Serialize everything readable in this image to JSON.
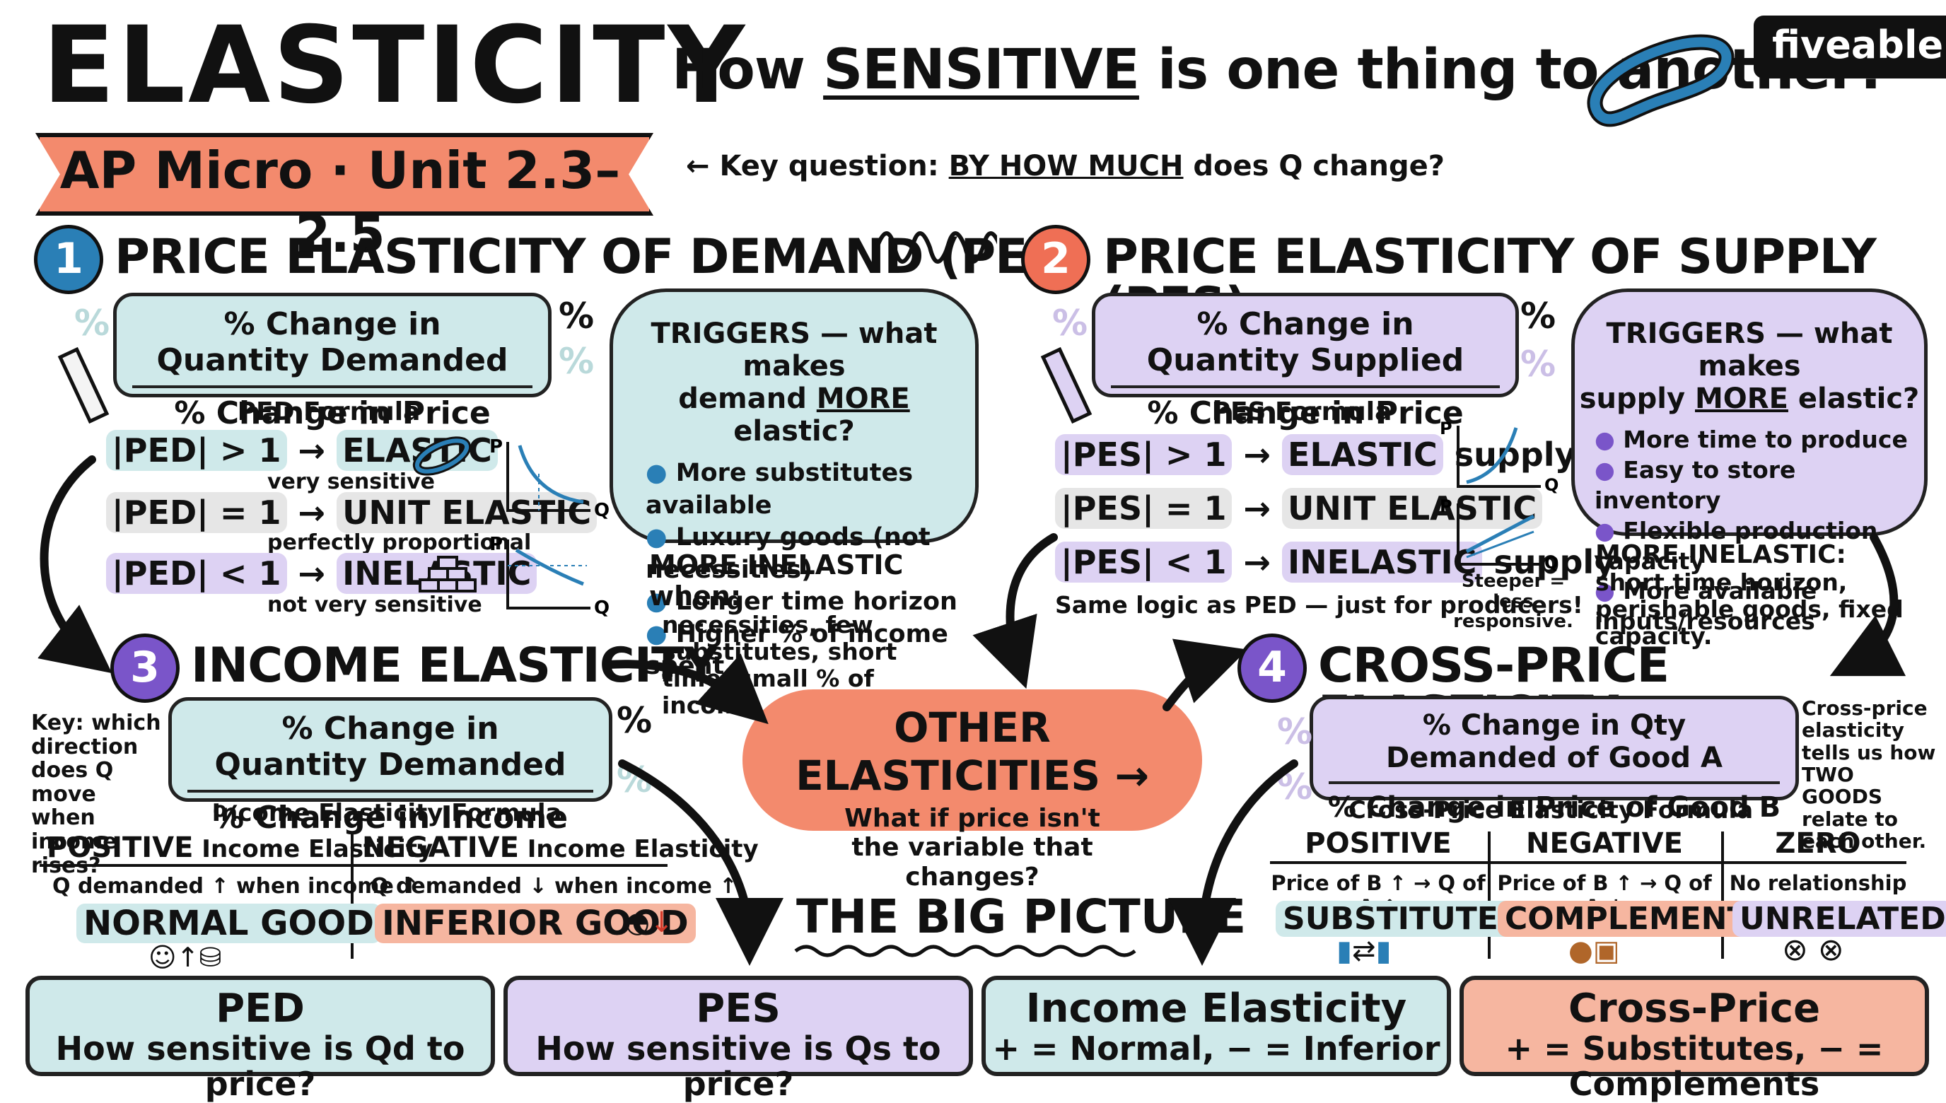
{
  "header": {
    "title": "ELASTICITY",
    "subtitle_pre": "How ",
    "subtitle_hl": "SENSITIVE",
    "subtitle_post": " is one thing to another?",
    "logo": "fiveable",
    "banner": "AP Micro · Unit 2.3–2.5",
    "key_pre": "Key question: ",
    "key_hl": "BY HOW MUCH",
    "key_post": " does Q change?"
  },
  "ped": {
    "number": "1",
    "title": "PRICE ELASTICITY OF DEMAND (PED)",
    "formula_top": "% Change in Quantity Demanded",
    "formula_bottom": "% Change in Price",
    "caption": "PED Formula",
    "rules": [
      {
        "cond": "|PED| > 1",
        "arrow": "→",
        "result": "ELASTIC",
        "desc": "very sensitive"
      },
      {
        "cond": "|PED| = 1",
        "arrow": "→",
        "result": "UNIT ELASTIC",
        "desc": "perfectly proportional"
      },
      {
        "cond": "|PED| < 1",
        "arrow": "→",
        "result": "INELASTIC",
        "desc": "not very sensitive"
      }
    ],
    "triggers_title_a": "TRIGGERS — what makes",
    "triggers_title_b1": "demand ",
    "triggers_title_b2": "MORE",
    "triggers_title_b3": " elastic?",
    "triggers": [
      "More substitutes available",
      "Luxury goods (not necessities)",
      "Longer time horizon",
      "Higher % of income spent"
    ],
    "inelastic_title": "MORE INELASTIC when:",
    "inelastic_text": "necessities, few substitutes, short time, small % of income"
  },
  "pes": {
    "number": "2",
    "title": "PRICE ELASTICITY OF SUPPLY (PES)",
    "formula_top": "% Change in Quantity Supplied",
    "formula_bottom": "% Change in Price",
    "caption": "PES Formula",
    "rules": [
      {
        "cond": "|PES| > 1",
        "arrow": "→",
        "result": "ELASTIC",
        "suffix": " supply"
      },
      {
        "cond": "|PES| = 1",
        "arrow": "→",
        "result": "UNIT ELASTIC",
        "suffix": ""
      },
      {
        "cond": "|PES| < 1",
        "arrow": "→",
        "result": "INELASTIC",
        "suffix": " supply"
      }
    ],
    "note": "Same logic as PED — just for producers!",
    "graph_note": "Steeper = less responsive.",
    "triggers_title_a": "TRIGGERS — what makes",
    "triggers_title_b1": "supply ",
    "triggers_title_b2": "MORE",
    "triggers_title_b3": " elastic?",
    "triggers": [
      "More time to produce",
      "Easy to store inventory",
      "Flexible production capacity",
      "More available inputs/resources"
    ],
    "inelastic_title": "MORE INELASTIC:",
    "inelastic_text": " short time horizon, perishable goods, fixed capacity."
  },
  "income": {
    "number": "3",
    "title": "INCOME ELASTICITY",
    "key_note": "Key: which direction does Q move when income rises?",
    "formula_top": "% Change in Quantity Demanded",
    "formula_bottom": "% Change in Income",
    "caption": "Income Elasticity Formula",
    "pos_head": "POSITIVE",
    "pos_sub": " Income Elasticity",
    "neg_head": "NEGATIVE",
    "neg_sub": " Income Elasticity",
    "pos_desc": "Q demanded ↑ when income ↑",
    "neg_desc": "Q demanded ↓ when income ↑",
    "pos_label": "NORMAL GOOD",
    "neg_label": "INFERIOR GOOD"
  },
  "other": {
    "title": "OTHER ELASTICITIES →",
    "sub": "What if price isn't the variable that changes?"
  },
  "cross": {
    "number": "4",
    "title": "CROSS-PRICE ELASTICITY",
    "side_note": "Cross-price elasticity tells us how TWO GOODS relate to each other.",
    "formula_top": "% Change in Qty Demanded of Good A",
    "formula_bottom": "% Change in Price of Good B",
    "caption": "Cross-Price Elasticity Formula",
    "cols": [
      {
        "head": "POSITIVE",
        "desc": "Price of B ↑ → Q of A ↑",
        "label": "SUBSTITUTES"
      },
      {
        "head": "NEGATIVE",
        "desc": "Price of B ↑ → Q of A ↓",
        "label": "COMPLEMENTS"
      },
      {
        "head": "ZERO",
        "desc": "No relationship",
        "label": "UNRELATED"
      }
    ]
  },
  "big_picture": {
    "title": "THE BIG PICTURE",
    "boxes": [
      {
        "title": "PED",
        "sub": "How sensitive is Qd to price?"
      },
      {
        "title": "PES",
        "sub": "How sensitive is Qs to price?"
      },
      {
        "title": "Income Elasticity",
        "sub": "+ = Normal, − = Inferior"
      },
      {
        "title": "Cross-Price",
        "sub": "+ = Substitutes, − = Complements"
      }
    ]
  },
  "graph_labels": {
    "p": "P",
    "q": "Q"
  },
  "percent": "%",
  "colors": {
    "teal": "#cfe9ea",
    "lavender": "#ddd2f3",
    "coral": "#f38a6d",
    "blue": "#2a7fb6",
    "purple": "#7a55c9",
    "orange": "#ef6f55"
  }
}
